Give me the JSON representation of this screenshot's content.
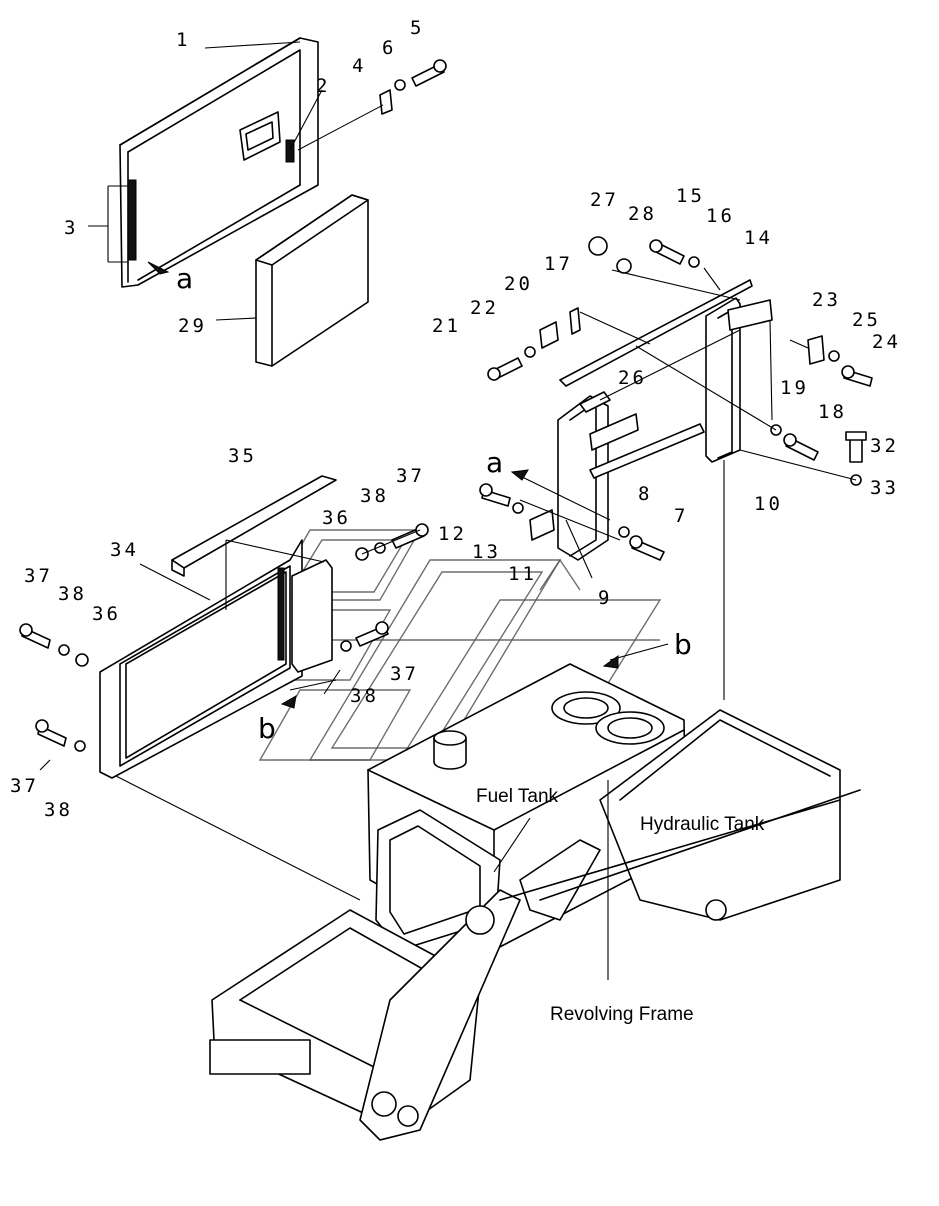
{
  "callouts": {
    "c1": "1",
    "c2": "2",
    "c3": "3",
    "c4": "4",
    "c5": "5",
    "c6": "6",
    "c7": "7",
    "c8": "8",
    "c9": "9",
    "c10": "10",
    "c11": "11",
    "c12": "12",
    "c13": "13",
    "c14": "14",
    "c15": "15",
    "c16": "16",
    "c17": "17",
    "c18": "18",
    "c19": "19",
    "c20": "20",
    "c21": "21",
    "c22": "22",
    "c23": "23",
    "c24": "24",
    "c25": "25",
    "c26": "26",
    "c27": "27",
    "c28": "28",
    "c29": "29",
    "c32": "32",
    "c33": "33",
    "c34": "34",
    "c35": "35",
    "c36a": "36",
    "c36b": "36",
    "c37a": "37",
    "c37b": "37",
    "c37c": "37",
    "c37d": "37",
    "c38a": "38",
    "c38b": "38",
    "c38c": "38",
    "c38d": "38"
  },
  "markers": {
    "a1": "a",
    "a2": "a",
    "b1": "b",
    "b2": "b"
  },
  "captions": {
    "fuel_tank": "Fuel Tank",
    "hydraulic_tank": "Hydraulic Tank",
    "revolving_frame": "Revolving Frame"
  }
}
